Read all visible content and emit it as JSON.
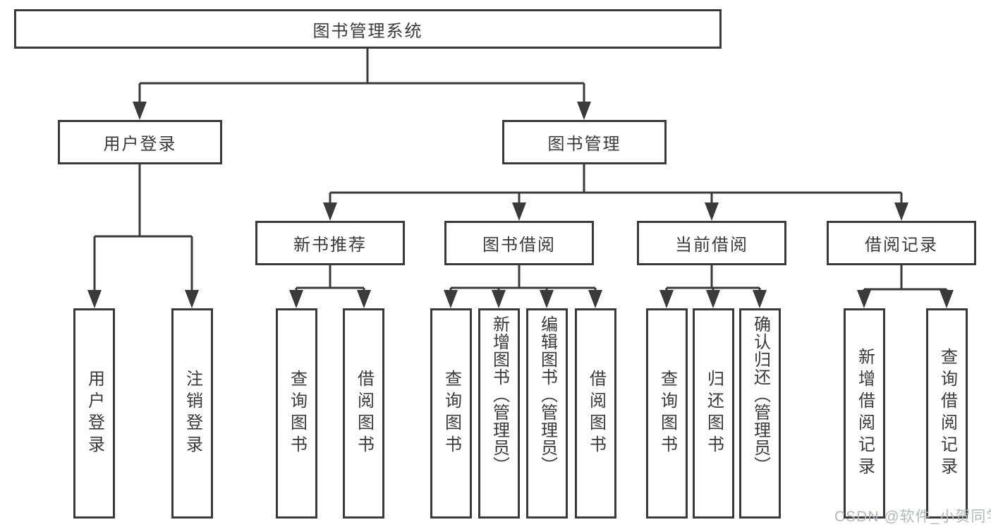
{
  "diagram": {
    "title": "图书管理系统",
    "level2": [
      {
        "label": "用户登录"
      },
      {
        "label": "图书管理"
      }
    ],
    "level3": [
      {
        "label": "新书推荐"
      },
      {
        "label": "图书借阅"
      },
      {
        "label": "当前借阅"
      },
      {
        "label": "借阅记录"
      }
    ],
    "leaves": {
      "user_login": [
        "用户登录",
        "注销登录"
      ],
      "new_book": [
        "查询图书",
        "借阅图书"
      ],
      "book_borrow": [
        "查询图书",
        "新增图书（管理员）",
        "编辑图书（管理员）",
        "借阅图书"
      ],
      "current_borrow": [
        "查询图书",
        "归还图书",
        "确认归还（管理员）"
      ],
      "borrow_record": [
        "新增借阅记录",
        "查询借阅记录"
      ]
    },
    "watermark": "CSDN @软件_小贺同学",
    "colors": {
      "line": "#3a3a3d",
      "text": "#3a3a3a",
      "watermark": "#b4b8bd",
      "background": "#ffffff"
    }
  }
}
